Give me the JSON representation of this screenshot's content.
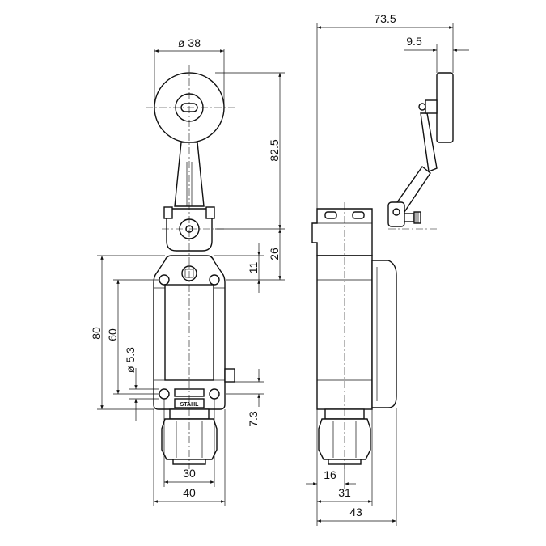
{
  "colors": {
    "line": "#111111",
    "background": "#ffffff"
  },
  "front_view": {
    "roller_diameter": "ø 38",
    "lever_length": "82.5",
    "pivot_offset_26": "26",
    "pivot_offset_11": "11",
    "height_80": "80",
    "mounting_pitch_60": "60",
    "hole_diameter": "ø 5.3",
    "bottom_offset": "7.3",
    "mounting_width_30": "30",
    "body_width_40": "40",
    "brand_label": "STAHL"
  },
  "side_view": {
    "overall_width": "73.5",
    "roller_width": "9.5",
    "gland_offset": "16",
    "body_depth_31": "31",
    "overall_depth_43": "43"
  }
}
